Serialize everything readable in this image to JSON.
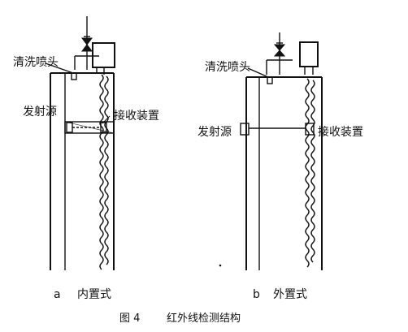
{
  "figure": {
    "caption_num": "图 4",
    "caption_title": "红外线检测结构"
  },
  "panel_a": {
    "letter": "a",
    "title": "内置式",
    "nozzle_label": "清洗喷头",
    "emitter_label": "发射源",
    "receiver_label": "接收装置"
  },
  "panel_b": {
    "letter": "b",
    "title": "外置式",
    "nozzle_label": "清洗喷头",
    "emitter_label": "发射源",
    "receiver_label": "接收装置"
  }
}
